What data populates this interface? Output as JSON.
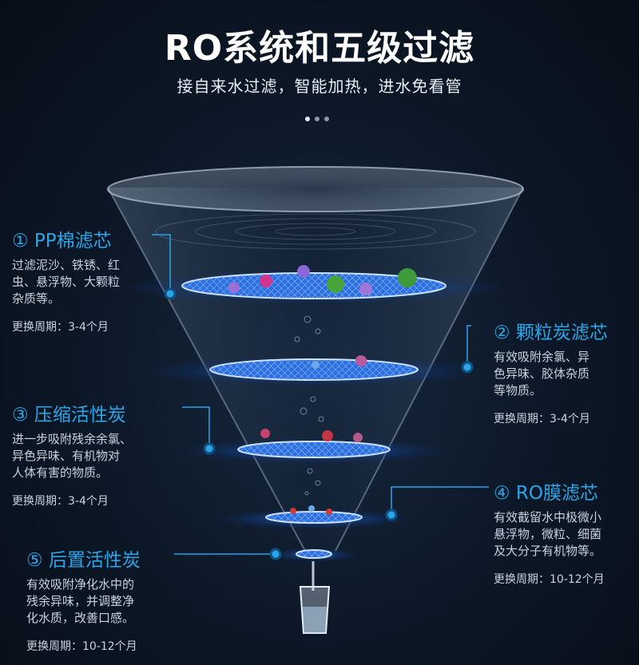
{
  "title": "RO系统和五级过滤",
  "subtitle": "接自来水过滤，智能加热，进水免看管",
  "carousel": {
    "count": 3,
    "active": 0
  },
  "colors": {
    "accent": "#2aa5e8",
    "background": "#0c1726",
    "text": "#c9d2dc"
  },
  "stages": [
    {
      "heading": "① PP棉滤芯",
      "desc": [
        "过滤泥沙、铁锈、红",
        "虫、悬浮物、大颗粒",
        "杂质等。"
      ],
      "cycle": "更换周期：3-4个月"
    },
    {
      "heading": "② 颗粒炭滤芯",
      "desc": [
        "有效吸附余氯、异",
        "色异味、胶体杂质",
        "等物质。"
      ],
      "cycle": "更换周期：3-4个月"
    },
    {
      "heading": "③ 压缩活性炭",
      "desc": [
        "进一步吸附残余余氯、",
        "异色异味、有机物对",
        "人体有害的物质。"
      ],
      "cycle": "更换周期：3-4个月"
    },
    {
      "heading": "④ RO膜滤芯",
      "desc": [
        "有效截留水中极微小",
        "悬浮物，微粒、细菌",
        "及大分子有机物等。"
      ],
      "cycle": "更换周期：10-12个月"
    },
    {
      "heading": "⑤ 后置活性炭",
      "desc": [
        "有效吸附净化水中的",
        "残余异味，并调整净",
        "化水质，改善口感。"
      ],
      "cycle": "更换周期：10-12个月"
    }
  ]
}
